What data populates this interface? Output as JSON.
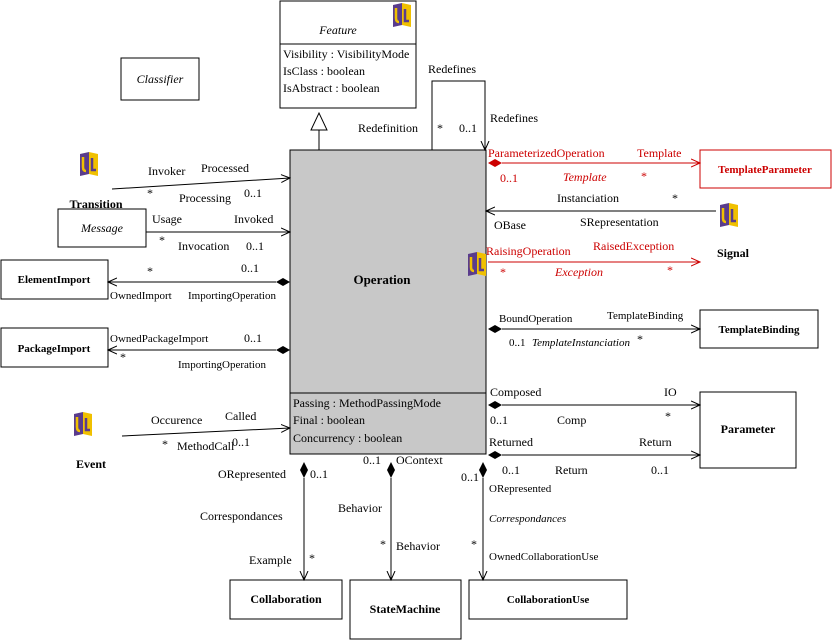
{
  "classes": {
    "feature": {
      "name": "Feature",
      "attrs": [
        "Visibility : VisibilityMode",
        "IsClass : boolean",
        "IsAbstract : boolean"
      ]
    },
    "classifier": "Classifier",
    "operation": {
      "name": "Operation",
      "attrs": [
        "Passing : MethodPassingMode",
        "Final : boolean",
        "Concurrency : boolean"
      ]
    },
    "transition": "Transition",
    "message": "Message",
    "element_import": "ElementImport",
    "package_import": "PackageImport",
    "event": "Event",
    "template_parameter": "TemplateParameter",
    "signal": "Signal",
    "template_binding": "TemplateBinding",
    "parameter": "Parameter",
    "collaboration": "Collaboration",
    "state_machine": "StateMachine",
    "collaboration_use": "CollaborationUse"
  },
  "labels": {
    "redefines_top": "Redefines",
    "redefines_right": "Redefines",
    "redefinition": "Redefinition",
    "redef_star": "*",
    "redef_mult": "0..1",
    "invoker": "Invoker",
    "processed": "Processed",
    "invoker_star": "*",
    "processing": "Processing",
    "processing_mult": "0..1",
    "usage": "Usage",
    "invoked": "Invoked",
    "usage_star": "*",
    "invocation": "Invocation",
    "invocation_mult": "0..1",
    "ei_star": "*",
    "ei_mult": "0..1",
    "owned_import": "OwnedImport",
    "importing_operation_1": "ImportingOperation",
    "owned_package_import": "OwnedPackageImport",
    "pi_mult": "0..1",
    "pi_star": "*",
    "importing_operation_2": "ImportingOperation",
    "occurence": "Occurence",
    "called": "Called",
    "ev_star": "*",
    "method_call": "MethodCall",
    "ev_mult": "0..1",
    "parameterized_operation": "ParameterizedOperation",
    "template": "Template",
    "tp_mult": "0..1",
    "template_role": "Template",
    "tp_star": "*",
    "instanciation": "Instanciation",
    "sig_star": "*",
    "obase": "OBase",
    "srepresentation": "SRepresentation",
    "raising_operation": "RaisingOperation",
    "raised_exception": "RaisedException",
    "re_star_left": "*",
    "exception_role": "Exception",
    "re_star_right": "*",
    "bound_operation": "BoundOperation",
    "template_binding_label": "TemplateBinding",
    "tb_mult": "0..1",
    "template_instanciation": "TemplateInstanciation",
    "tb_star": "*",
    "composed": "Composed",
    "io": "IO",
    "composed_mult": "0..1",
    "comp": "Comp",
    "io_star": "*",
    "returned": "Returned",
    "return_right": "Return",
    "ret_mult_left": "0..1",
    "return_mid": "Return",
    "ret_mult_right": "0..1",
    "orepresented_1": "ORepresented",
    "orep_mult_1": "0..1",
    "correspondances_1": "Correspondances",
    "example": "Example",
    "col_star": "*",
    "ocontext_mult": "0..1",
    "ocontext": "OContext",
    "behavior_1": "Behavior",
    "sm_star": "*",
    "behavior_2": "Behavior",
    "cu_mult": "0..1",
    "orepresented_2": "ORepresented",
    "correspondances_2": "Correspondances",
    "cu_star": "*",
    "owned_collaboration_use": "OwnedCollaborationUse"
  },
  "colors": {
    "operation_fill": "#c8c8c8",
    "template_red": "#cc0000",
    "uml_icon_yellow": "#f0c000",
    "uml_icon_purple": "#5a3c8c"
  },
  "icons": [
    "uml-logo-icon",
    "diamond-composition-icon",
    "triangle-generalization-icon",
    "arrowhead-icon"
  ]
}
